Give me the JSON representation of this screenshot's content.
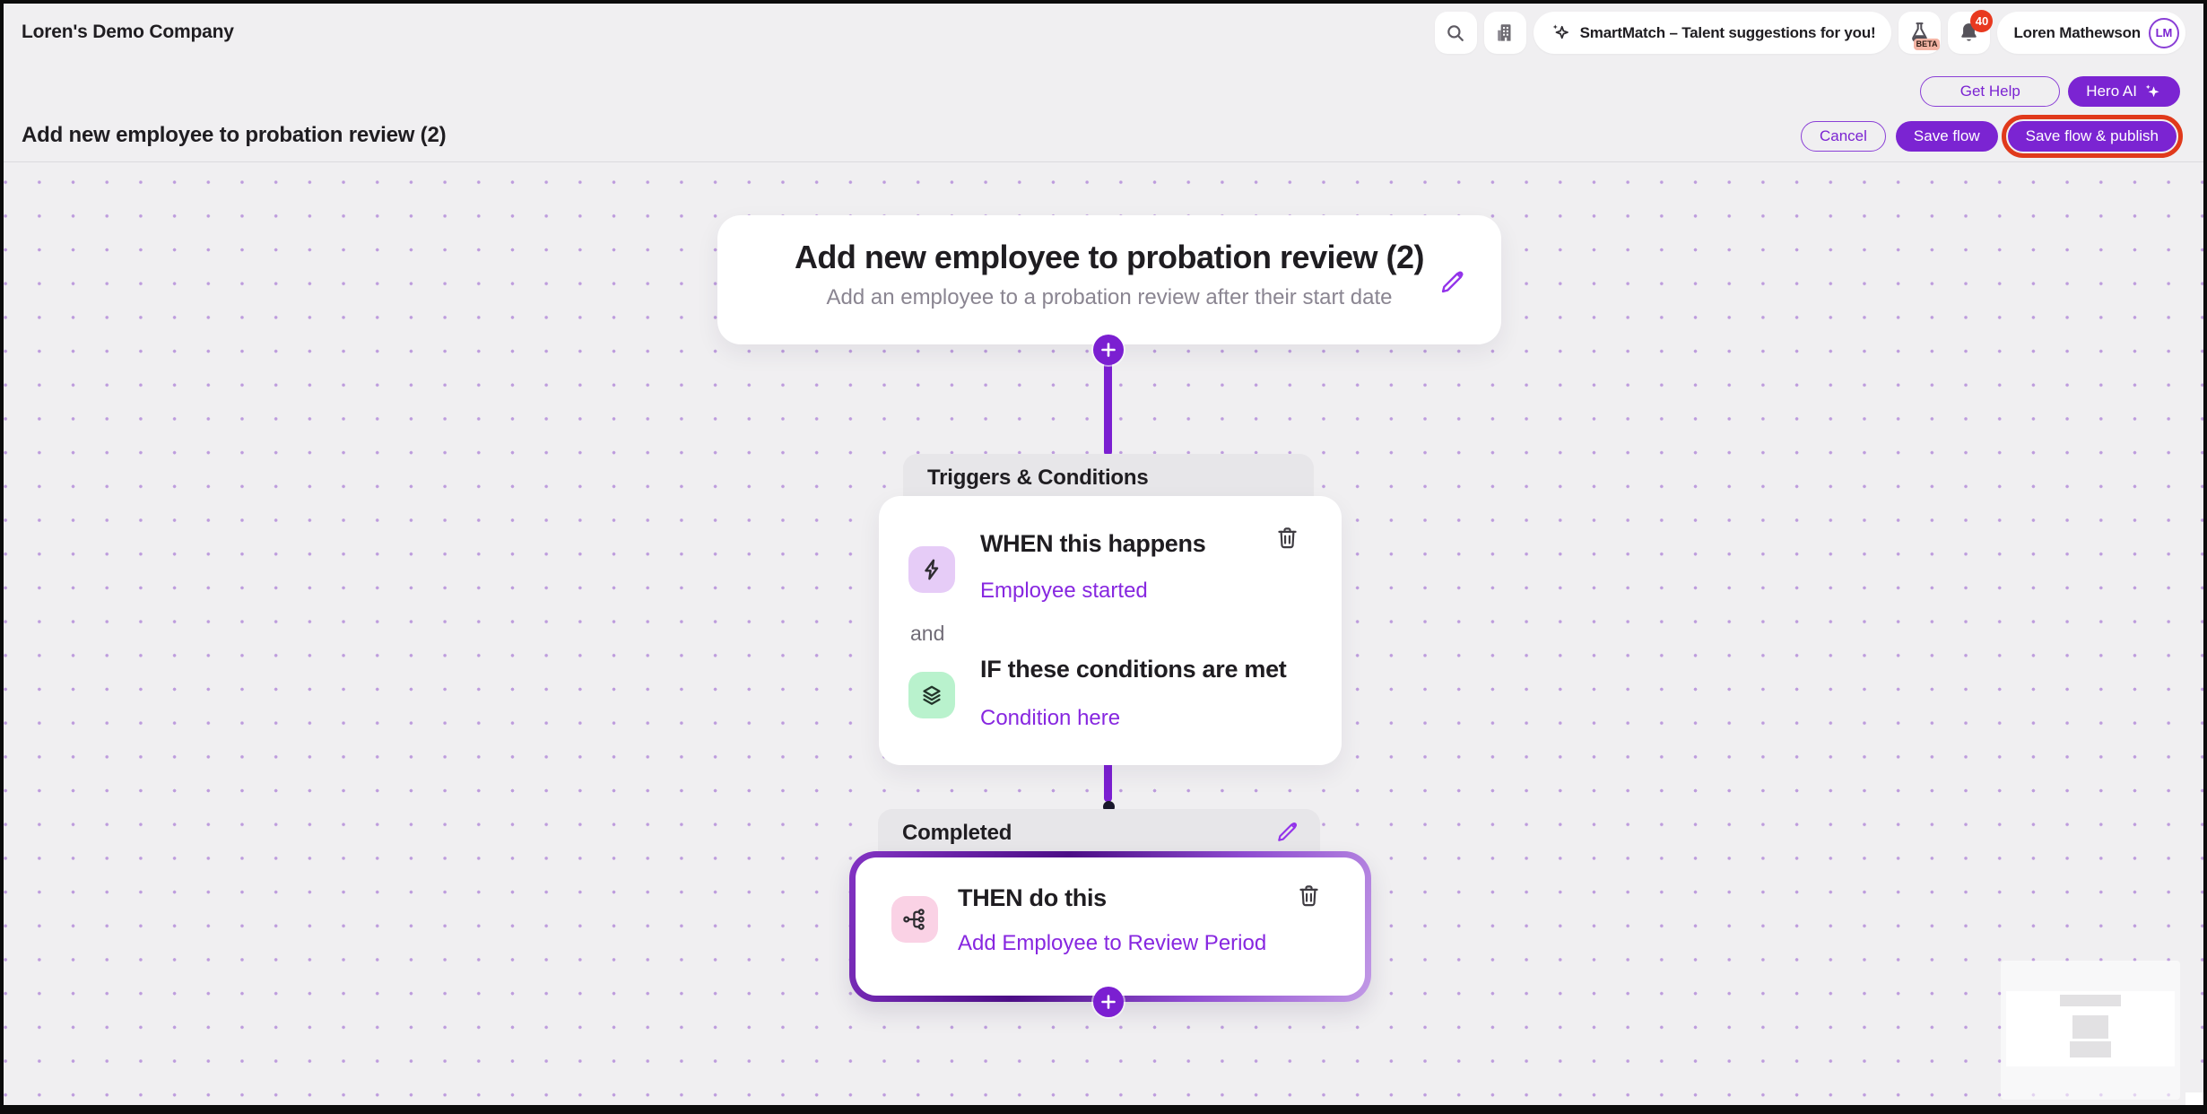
{
  "header": {
    "company_name": "Loren's Demo Company",
    "smartmatch_label": "SmartMatch – Talent suggestions for you!",
    "beta_label": "BETA",
    "notification_count": "40",
    "user_name": "Loren Mathewson",
    "user_initials": "LM",
    "get_help_label": "Get Help",
    "hero_ai_label": "Hero AI"
  },
  "toolbar": {
    "page_title": "Add new employee to probation review (2)",
    "cancel_label": "Cancel",
    "save_flow_label": "Save flow",
    "save_publish_label": "Save flow & publish"
  },
  "flow": {
    "title": "Add new employee to probation review (2)",
    "subtitle": "Add an employee to a probation review after their start date",
    "triggers_section_label": "Triggers & Conditions",
    "when_title": "WHEN this happens",
    "when_value": "Employee started",
    "and_label": "and",
    "if_title": "IF these conditions are met",
    "if_value": "Condition here",
    "completed_section_label": "Completed",
    "then_title": "THEN do this",
    "then_value": "Add Employee to Review Period"
  },
  "colors": {
    "accent_purple": "#7b24d2",
    "link_purple": "#8727e0",
    "connector_purple": "#7b1fd1",
    "highlight_ring_red": "#e0391b",
    "notification_red": "#e8391f",
    "trigger_icon_bg": "#e6ccf7",
    "condition_icon_bg": "#b9f2cd",
    "action_icon_bg": "#fad2e5",
    "canvas_bg": "#f0eff1"
  }
}
